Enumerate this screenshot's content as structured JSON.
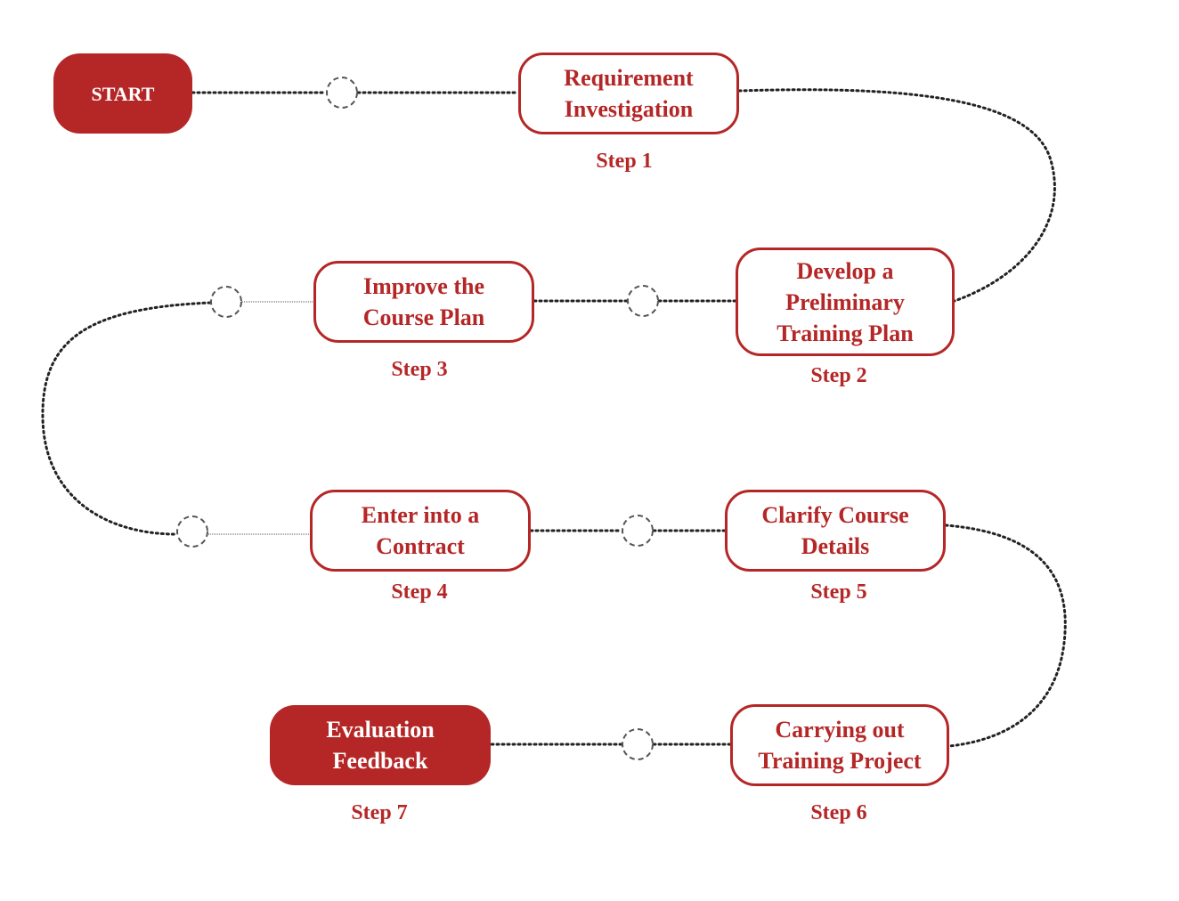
{
  "colors": {
    "accent": "#b52727",
    "connector": "#222222",
    "circle_stroke": "#555555"
  },
  "nodes": {
    "start": "START",
    "n1": "Requirement\nInvestigation",
    "n2": "Develop a\nPreliminary\nTraining Plan",
    "n3": "Improve the\nCourse Plan",
    "n4": "Enter into a\nContract",
    "n5": "Clarify Course\nDetails",
    "n6": "Carrying out\nTraining Project",
    "n7": "Evaluation\nFeedback"
  },
  "steps": {
    "s1": "Step 1",
    "s2": "Step 2",
    "s3": "Step 3",
    "s4": "Step 4",
    "s5": "Step 5",
    "s6": "Step 6",
    "s7": "Step 7"
  }
}
